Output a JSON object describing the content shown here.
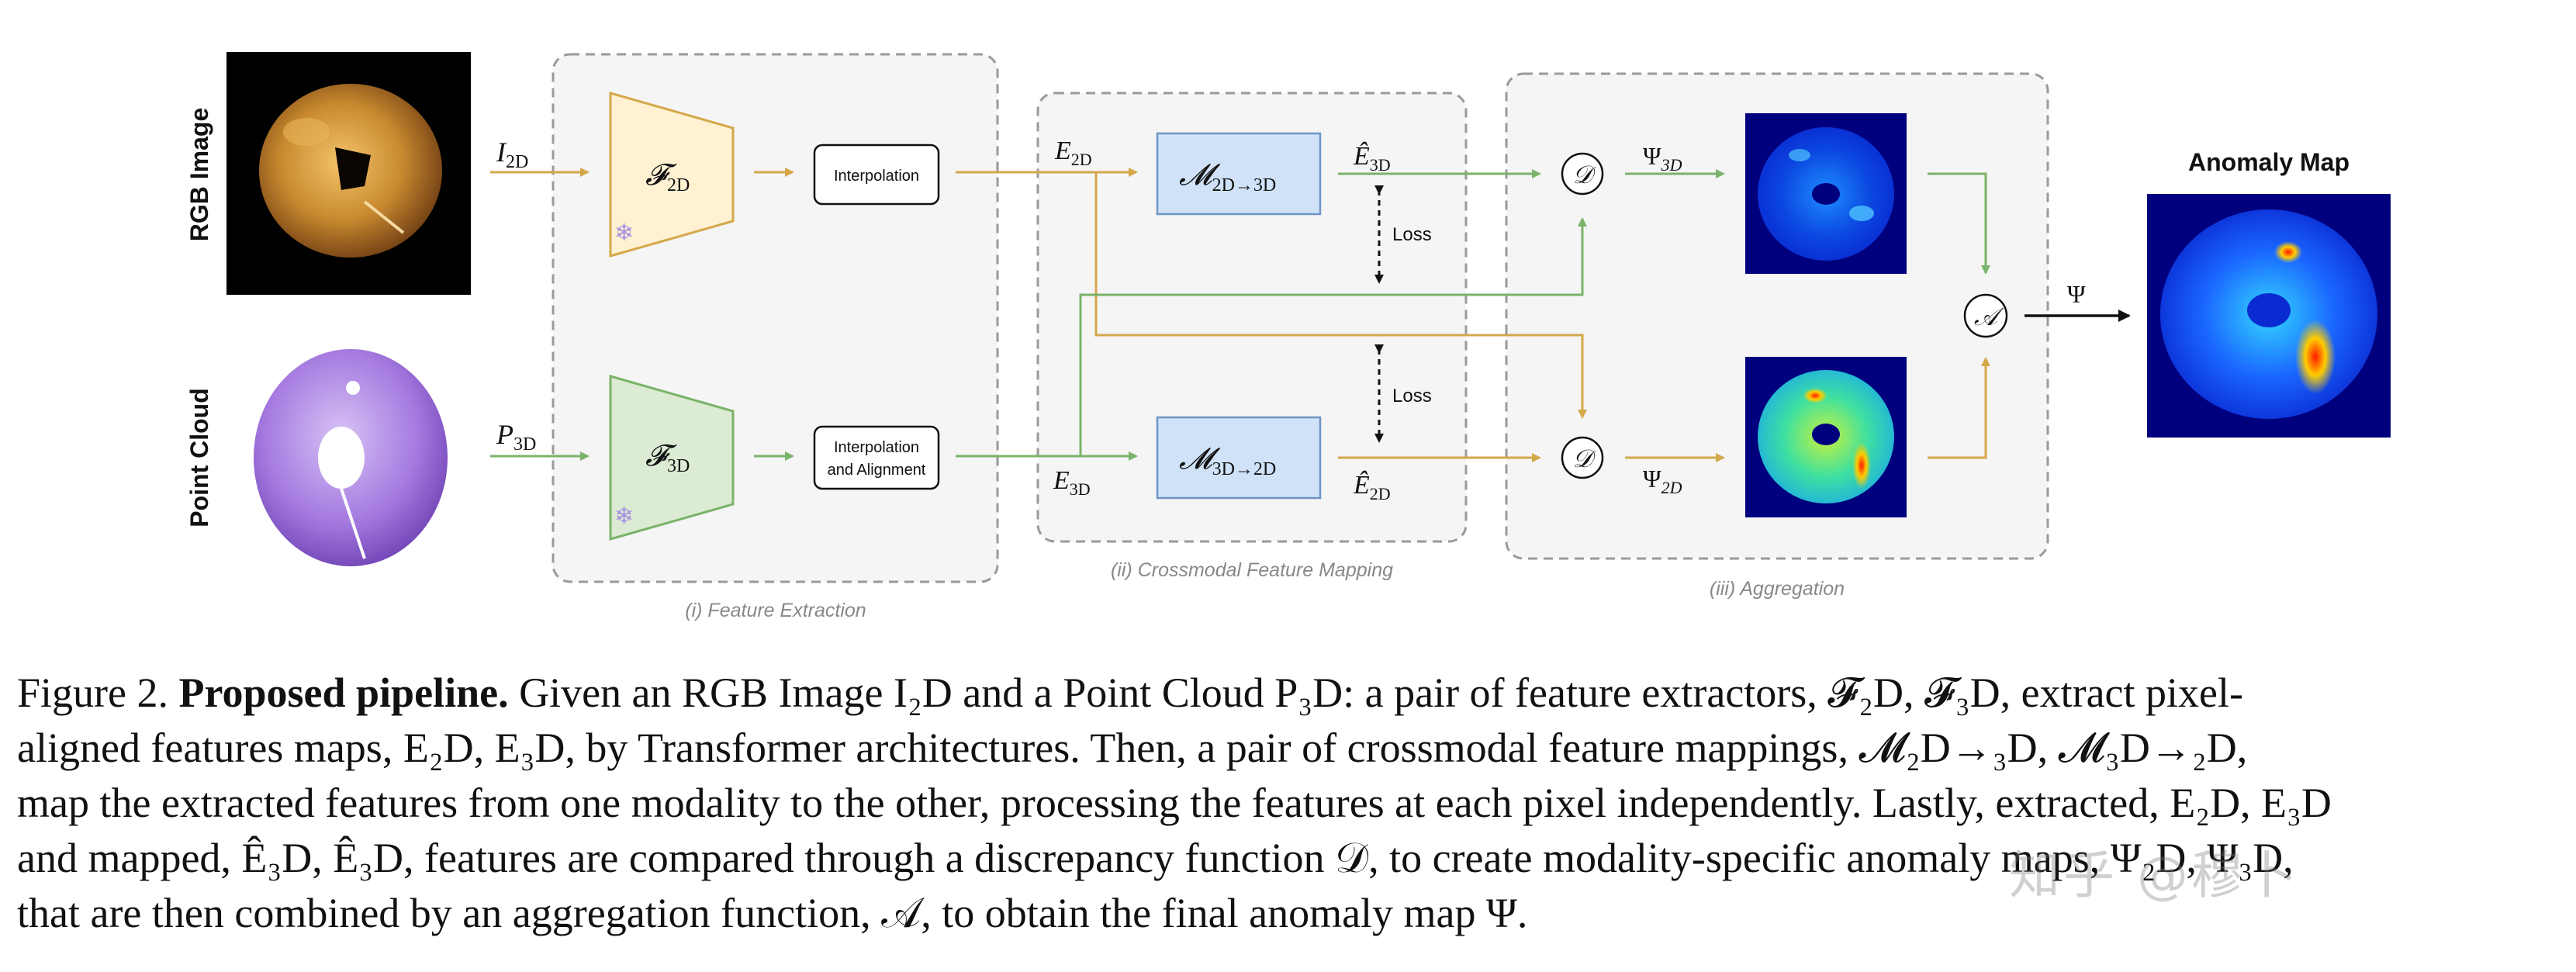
{
  "labels": {
    "rgb_image": "RGB Image",
    "point_cloud": "Point Cloud",
    "anomaly_map_title": "Anomaly Map",
    "interpolation": "Interpolation",
    "interpolation_alignment_line1": "Interpolation",
    "interpolation_alignment_line2": "and Alignment",
    "loss_top": "Loss",
    "loss_bottom": "Loss"
  },
  "stages": {
    "feature_extraction": "(i) Feature Extraction",
    "crossmodal_mapping": "(ii) Crossmodal Feature Mapping",
    "aggregation": "(iii) Aggregation"
  },
  "symbols": {
    "I": "I",
    "I_sub": "2D",
    "P": "P",
    "P_sub": "3D",
    "F": "𝓕",
    "F2_sub": "2D",
    "F3_sub": "3D",
    "E": "E",
    "E2_sub": "2D",
    "E3_sub": "3D",
    "M": "𝓜",
    "M_top_sub": "2D→3D",
    "M_bot_sub": "3D→2D",
    "Ehat_top": "Ê",
    "Ehat_top_sub": "3D",
    "Ehat_bot": "Ê",
    "Ehat_bot_sub": "2D",
    "D": "𝒟",
    "Psi": "Ψ",
    "Psi_top_sub": "3D",
    "Psi_bot_sub": "2D",
    "A": "𝒜",
    "Psi_out": "Ψ"
  },
  "colors": {
    "rgb_branch": "#d4a84a",
    "point_branch": "#7ab36a",
    "rgb_extractor_fill": "#fff1d2",
    "point_extractor_fill": "#dcebd4",
    "mapping_fill": "#cfe2f7",
    "mapping_stroke": "#6f95c4",
    "stage_fill": "#f5f5f5"
  },
  "caption": {
    "figure_label": "Figure 2.",
    "bold_title": "Proposed pipeline.",
    "line1": " Given an RGB Image I₂D and a Point Cloud P₃D: a pair of feature extractors, 𝓕₂D, 𝓕₃D, extract pixel-",
    "line2": "aligned features maps, E₂D, E₃D, by Transformer architectures. Then, a pair of crossmodal feature mappings, 𝓜₂D→₃D, 𝓜₃D→₂D,",
    "line3": "map the extracted features from one modality to the other, processing the features at each pixel independently. Lastly, extracted, E₂D, E₃D",
    "line4": "and mapped, Ê₃D, Ê₃D, features are compared through a discrepancy function 𝒟, to create modality-specific anomaly maps, Ψ₂D, Ψ₃D,",
    "line5": "that are then combined by an aggregation function, 𝒜, to obtain the final anomaly map Ψ."
  },
  "watermark": "知乎 @穆卜"
}
